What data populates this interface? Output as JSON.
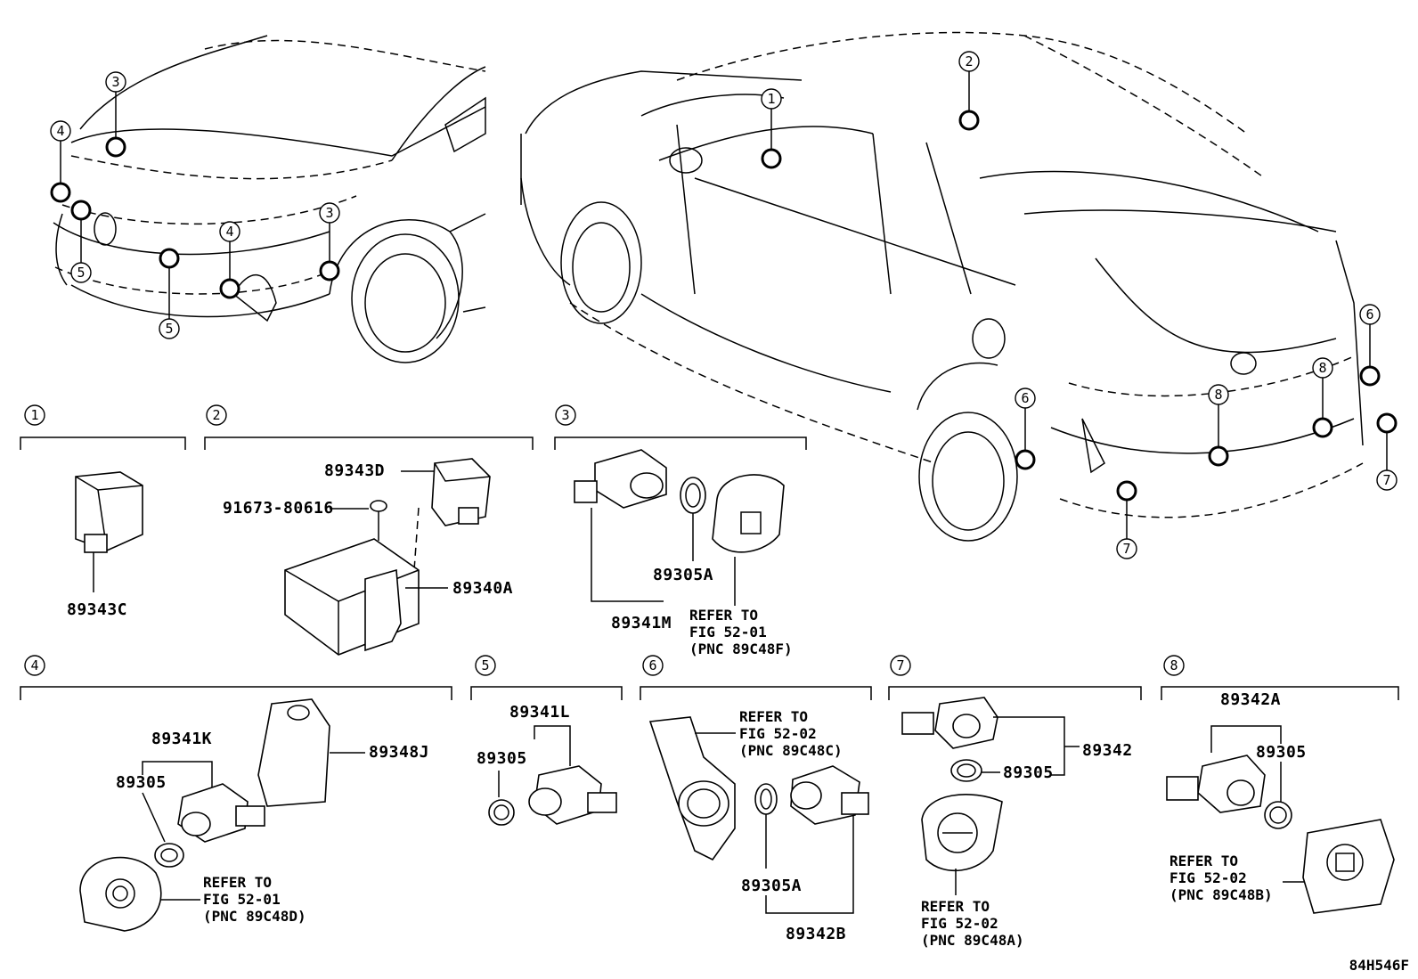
{
  "diagram_code": "84H546F",
  "section_numbers": [
    "1",
    "2",
    "3",
    "4",
    "5",
    "6",
    "7",
    "8"
  ],
  "sections": {
    "s1": {
      "part": "89343C"
    },
    "s2": {
      "bolt": "91673-80616",
      "sensor": "89343D",
      "ecu": "89340A"
    },
    "s3": {
      "assembly": "89341M",
      "ring": "89305A",
      "refer": [
        "REFER TO",
        "FIG 52-01",
        "(PNC 89C48F)"
      ]
    },
    "s4": {
      "assembly": "89341K",
      "ring": "89305",
      "cover": "89348J",
      "refer": [
        "REFER TO",
        "FIG 52-01",
        "(PNC 89C48D)"
      ]
    },
    "s5": {
      "assembly": "89341L",
      "ring": "89305"
    },
    "s6": {
      "assembly": "89342B",
      "ring": "89305A",
      "refer": [
        "REFER TO",
        "FIG 52-02",
        "(PNC 89C48C)"
      ]
    },
    "s7": {
      "assembly": "89342",
      "ring": "89305",
      "refer": [
        "REFER TO",
        "FIG 52-02",
        "(PNC 89C48A)"
      ]
    },
    "s8": {
      "assembly": "89342A",
      "ring": "89305",
      "refer": [
        "REFER TO",
        "FIG 52-02",
        "(PNC 89C48B)"
      ]
    }
  }
}
